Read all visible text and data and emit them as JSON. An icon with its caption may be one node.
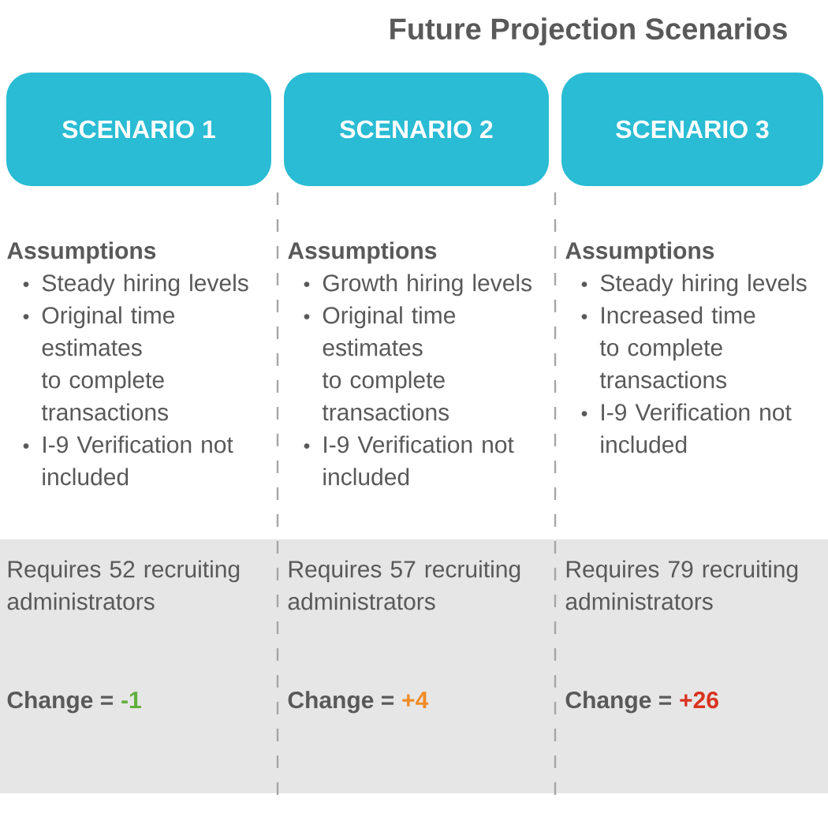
{
  "diagram": {
    "title": "Future Projection Scenarios",
    "nodes": [
      {
        "text": [
          "SCENARIO 1"
        ]
      },
      {
        "text": [
          "SCENARIO 2"
        ]
      },
      {
        "text": [
          "SCENARIO 3"
        ]
      }
    ],
    "edges": [],
    "labels": [
      "Assumptions",
      "Steady hiring levels",
      "Original time estimates to complete transactions",
      "I-9 Verification not included",
      "Requires 52 recruiting administrators",
      "Change =",
      "-1",
      "Assumptions",
      "Growth hiring levels",
      "Original time estimates to complete transactions",
      "I-9 Verification not included",
      "Requires 57 recruiting administrators",
      "Change =",
      "+4",
      "Assumptions",
      "Steady hiring levels",
      "Increased time to complete transactions",
      "I-9 Verification not included",
      "Requires 79 recruiting administrators",
      "Change =",
      "+26"
    ]
  }
}
